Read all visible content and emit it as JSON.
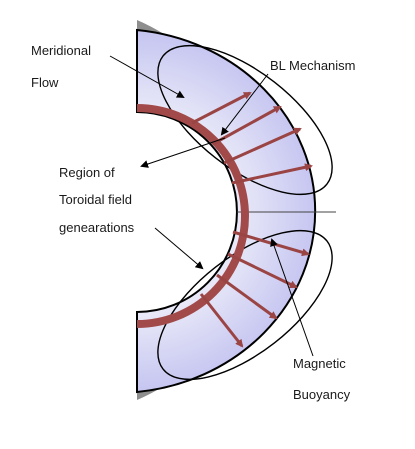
{
  "labels": {
    "meridional_flow": [
      "Meridional",
      "Flow"
    ],
    "bl_mechanism": "BL Mechanism",
    "toroidal_region": [
      "Region of",
      "Toroidal field",
      "genearations"
    ],
    "magnetic_buoyancy": [
      "Magnetic",
      "Buoyancy"
    ]
  },
  "colors": {
    "surface_shell": "#8e8e8e",
    "convection_zone_light": "#e9e9f8",
    "convection_zone_dark": "#b9b9ef",
    "toroidal_band": "#a24a4a",
    "arrow": "#9a4444",
    "outline": "#000000"
  }
}
